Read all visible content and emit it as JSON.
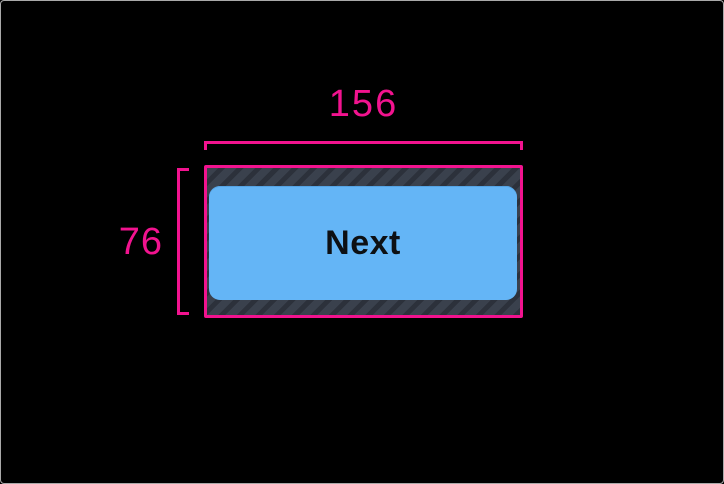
{
  "window": {
    "background": "#000000",
    "frame_border": "#A9A9A9"
  },
  "measurement_overlay": {
    "width_label": "156",
    "height_label": "76",
    "accent_color": "#F2138F"
  },
  "button": {
    "label": "Next",
    "fill_color": "#64B5F6",
    "text_color": "#0D1014"
  },
  "tap_target_padding": {
    "hatch_background": "#3A414D",
    "hatch_stripe": "#2C313B"
  }
}
